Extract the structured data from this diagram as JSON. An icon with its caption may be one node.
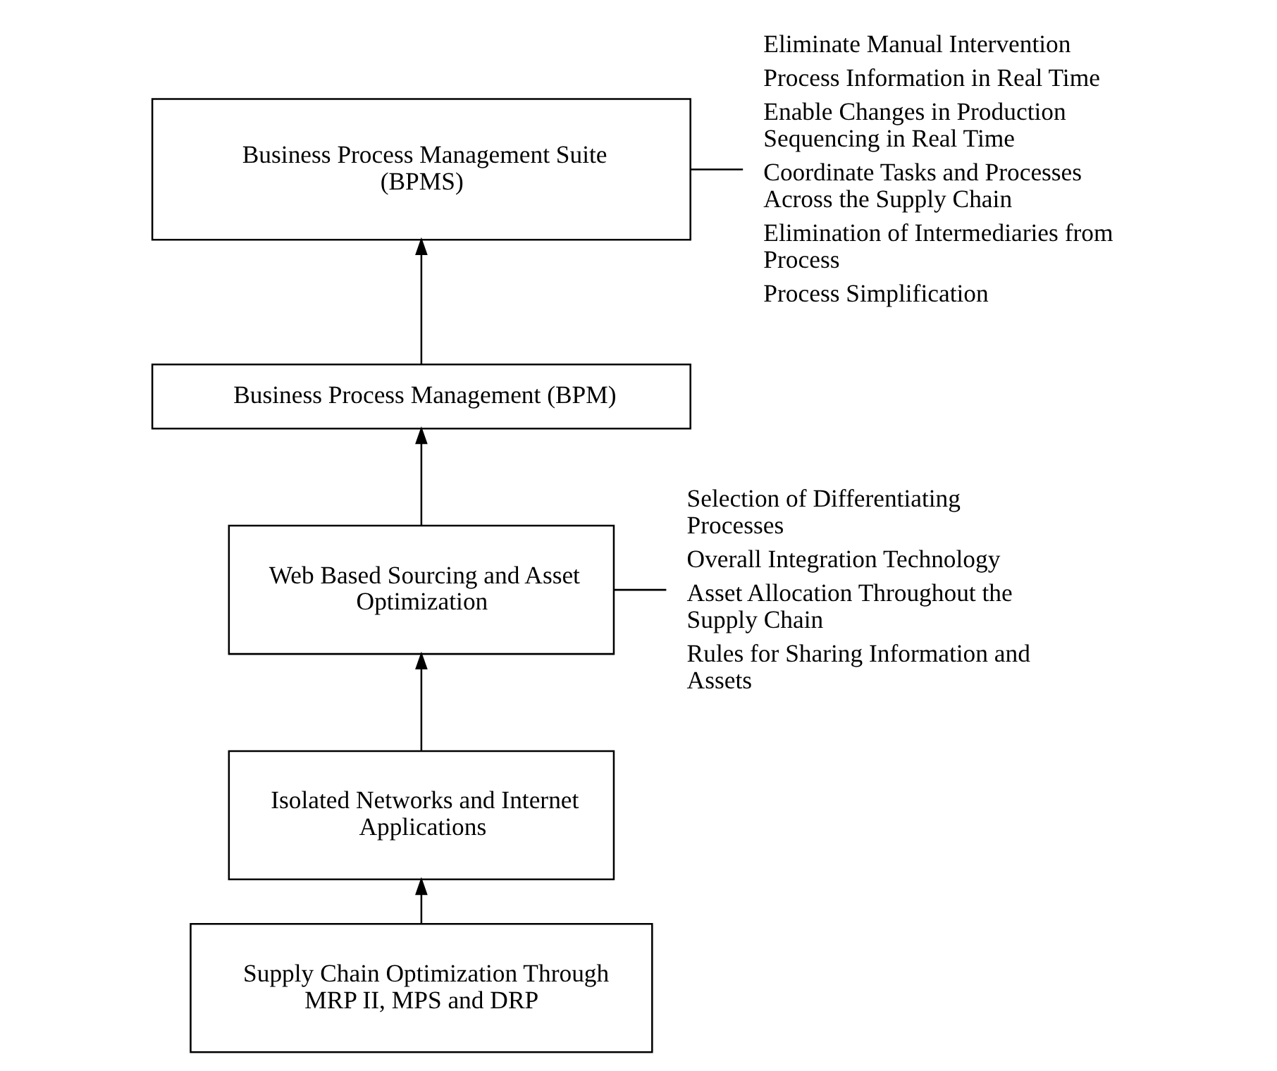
{
  "diagram": {
    "nodes": [
      {
        "text": [
          "Business Process Management Suite (BPMS)"
        ],
        "beside": [
          "Eliminate Manual Intervention",
          "Process Information in Real Time",
          "Enable Changes in Production Sequencing in Real Time",
          "Coordinate Tasks and Processes Across the Supply Chain",
          "Elimination of Intermediaries from Process",
          "Process Simplification"
        ]
      },
      {
        "text": [
          "Business Process Management (BPM)"
        ]
      },
      {
        "text": [
          "Web Based Sourcing and Asset Optimization"
        ],
        "beside": [
          "Selection of Differentiating Processes",
          "Overall Integration Technology",
          "Asset Allocation Throughout the Supply Chain",
          "Rules for Sharing Information and Assets"
        ]
      },
      {
        "text": [
          "Isolated Networks and Internet Applications"
        ]
      },
      {
        "text": [
          "Supply Chain Optimization Through MRP II, MPS and DRP"
        ]
      }
    ],
    "edges": [
      {
        "from": 4,
        "to": 3,
        "arrow": "to"
      },
      {
        "from": 3,
        "to": 2,
        "arrow": "to"
      },
      {
        "from": 2,
        "to": 1,
        "arrow": "to"
      },
      {
        "from": 1,
        "to": 0,
        "arrow": "to"
      }
    ]
  }
}
